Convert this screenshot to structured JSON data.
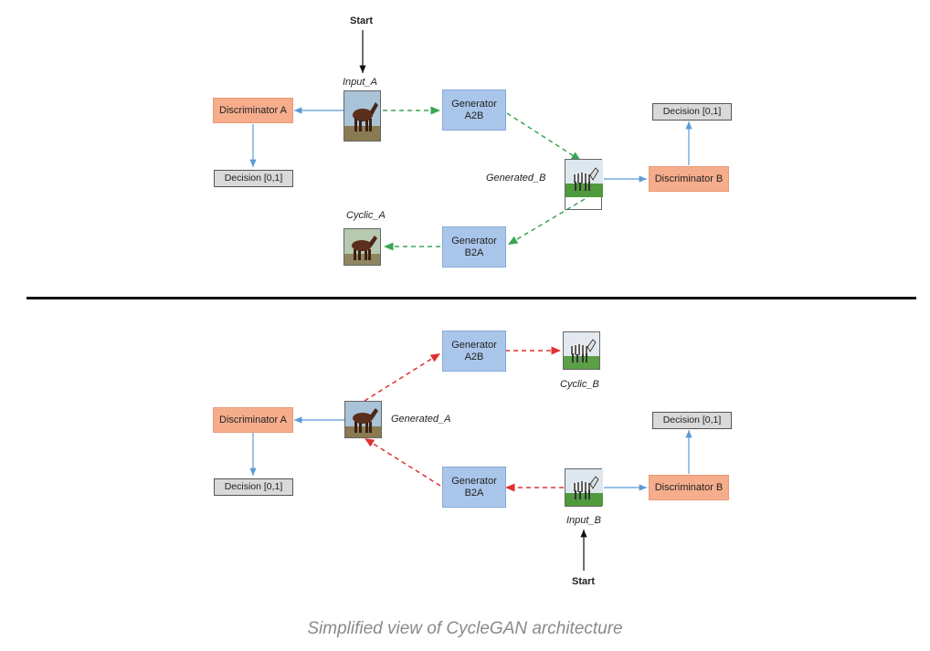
{
  "top": {
    "start": "Start",
    "input_a": "Input_A",
    "generated_b": "Generated_B",
    "cyclic_a": "Cyclic_A",
    "disc_a": "Discriminator A",
    "disc_b": "Discriminator B",
    "gen_a2b": [
      "Generator",
      "A2B"
    ],
    "gen_b2a": [
      "Generator",
      "B2A"
    ],
    "decision_a": "Decision [0,1]",
    "decision_b": "Decision [0,1]"
  },
  "bottom": {
    "start": "Start",
    "input_b": "Input_B",
    "generated_a": "Generated_A",
    "cyclic_b": "Cyclic_B",
    "disc_a": "Discriminator A",
    "disc_b": "Discriminator B",
    "gen_a2b": [
      "Generator",
      "A2B"
    ],
    "gen_b2a": [
      "Generator",
      "B2A"
    ],
    "decision_a": "Decision [0,1]",
    "decision_b": "Decision [0,1]"
  },
  "caption": "Simplified view of CycleGAN architecture",
  "colors": {
    "discriminator": "#f6ad8c",
    "generator": "#a9c6ea",
    "decision": "#d9d9d9",
    "blue_arrow": "#5b9bd5",
    "green_dashed": "#3aa655",
    "red_dashed": "#e03030"
  }
}
